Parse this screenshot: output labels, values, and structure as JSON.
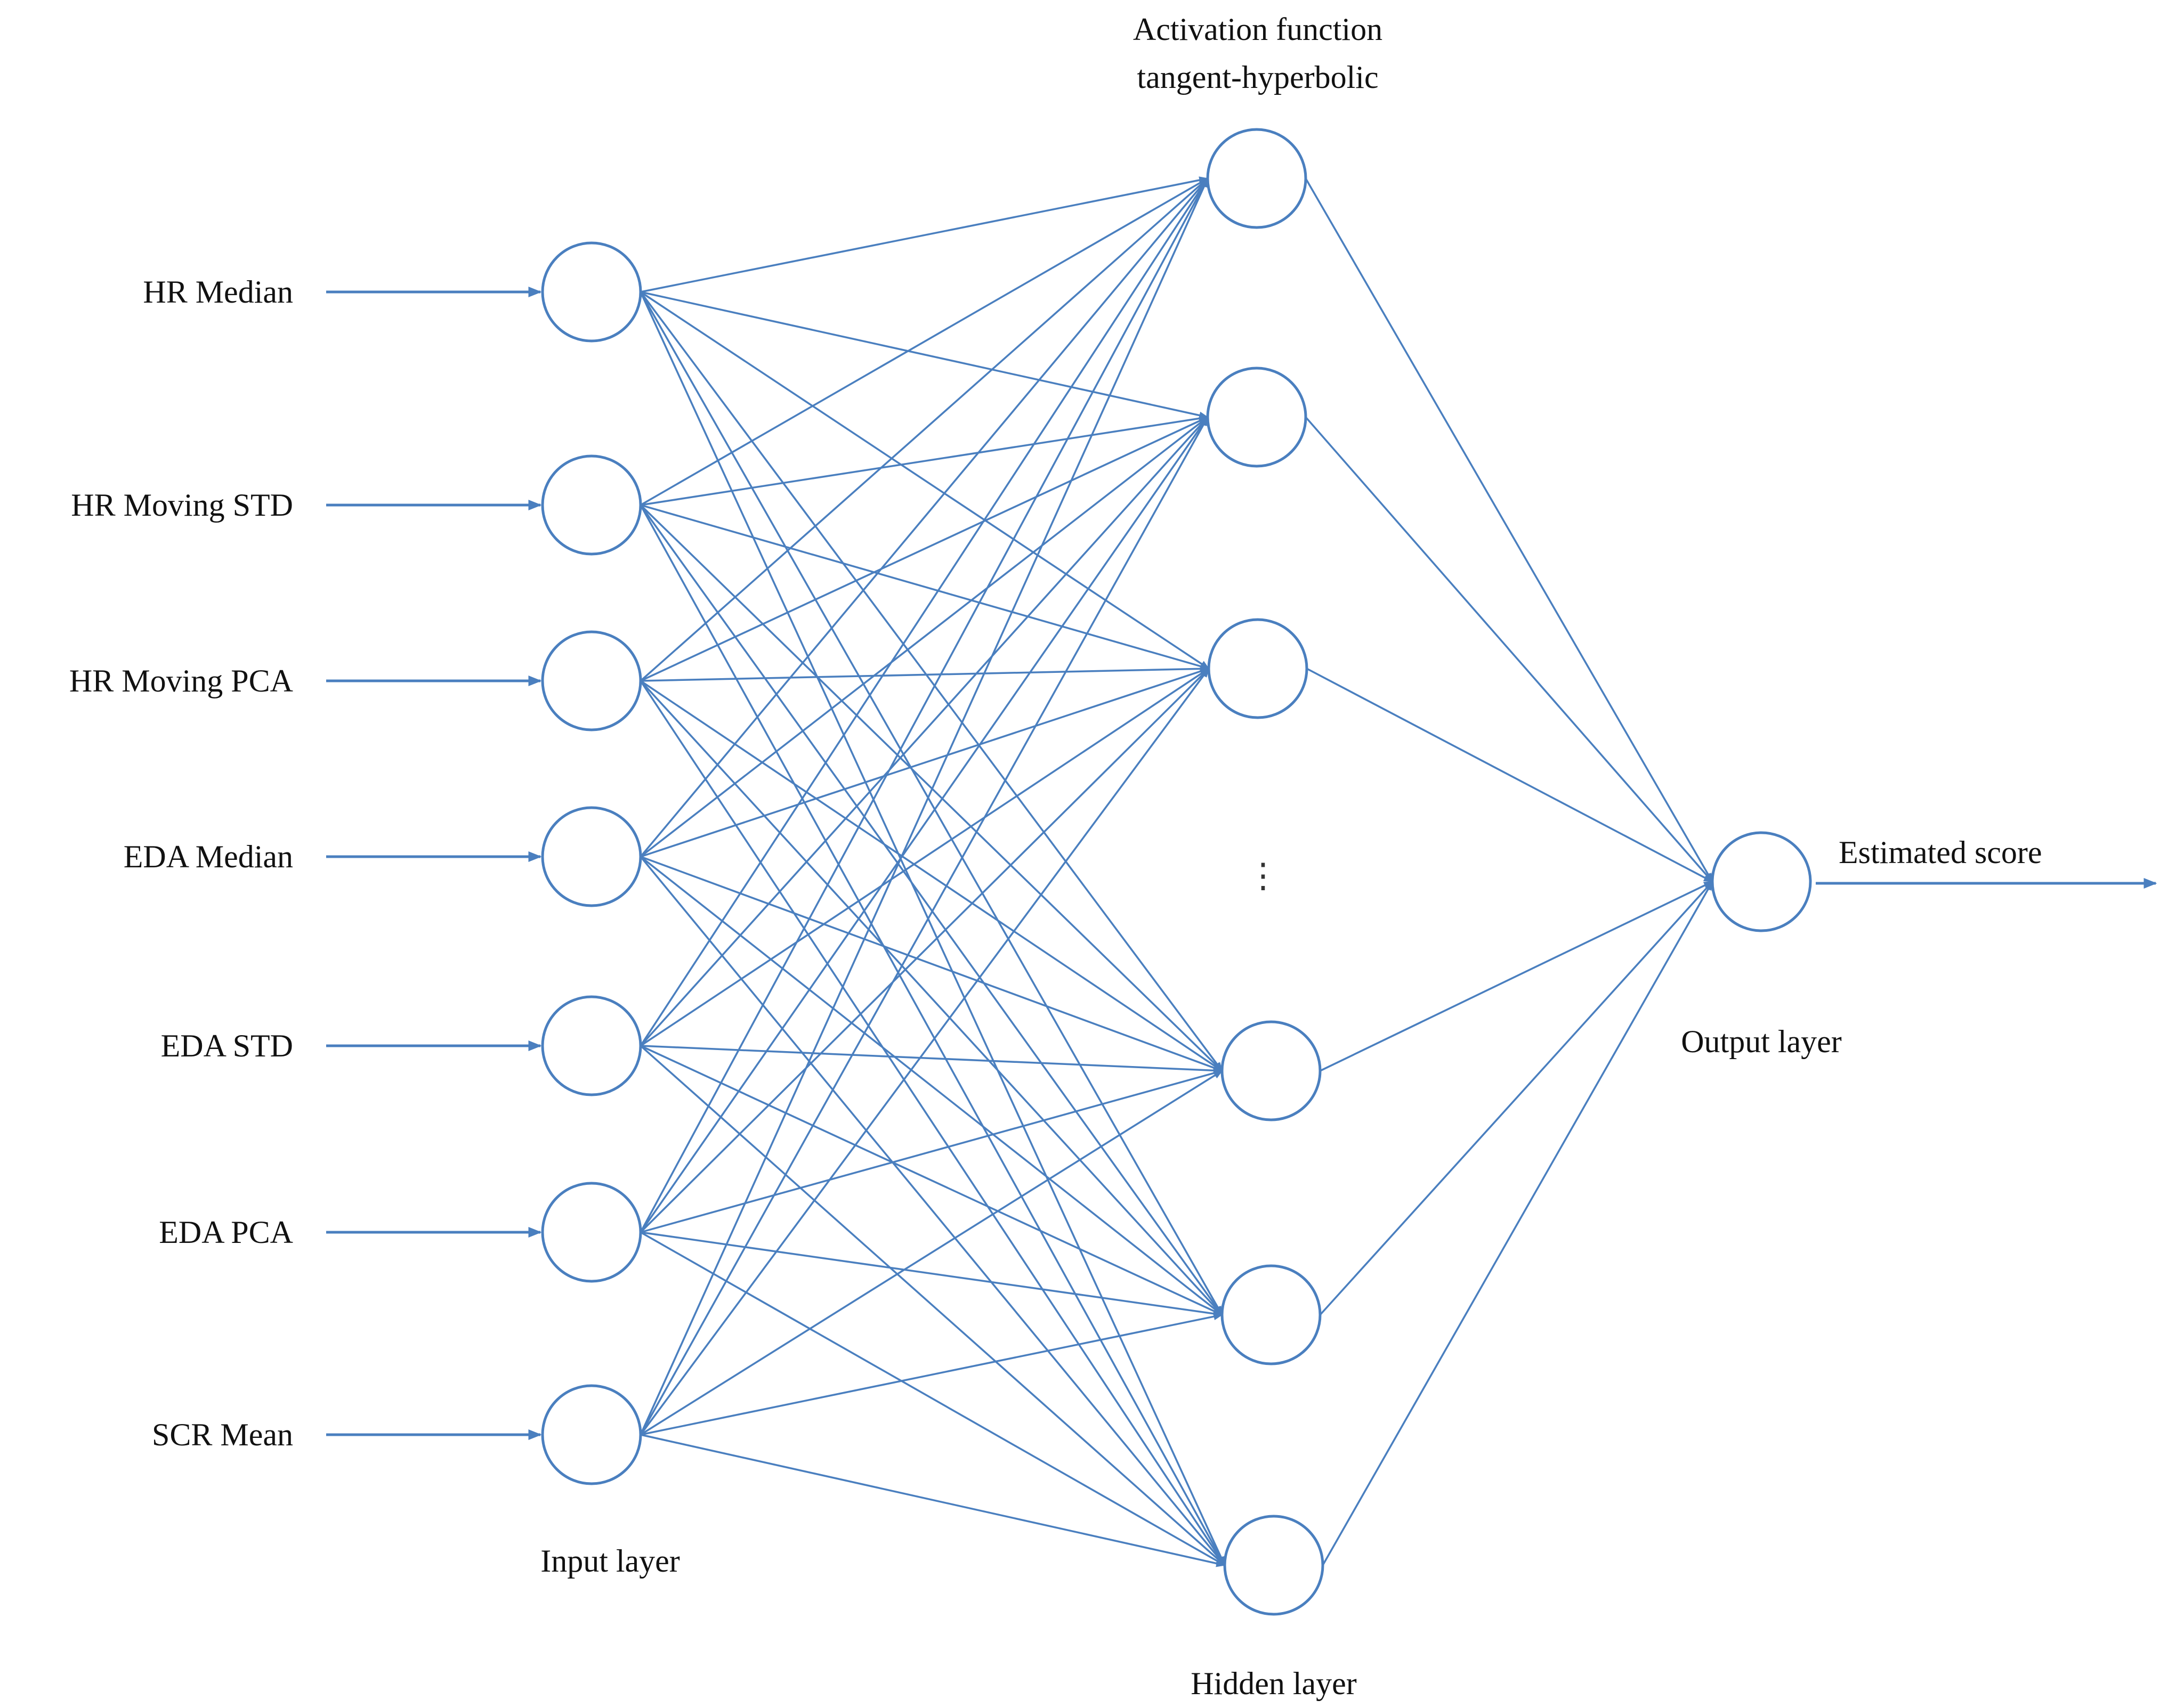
{
  "diagram": {
    "inputs": [
      "HR Median",
      "HR Moving STD",
      "HR Moving PCA",
      "EDA Median",
      "EDA STD",
      "EDA PCA",
      "SCR Mean"
    ],
    "hidden_node_count": 6,
    "activation_label_line1": "Activation function",
    "activation_label_line2": "tangent-hyperbolic",
    "input_layer_label": "Input layer",
    "hidden_layer_label": "Hidden layer",
    "output_layer_label": "Output layer",
    "output_label": "Estimated score",
    "ellipsis": "⋮",
    "colors": {
      "edge": "#4a7fbf",
      "node_stroke": "#4a7fbf",
      "text": "#111111"
    }
  }
}
